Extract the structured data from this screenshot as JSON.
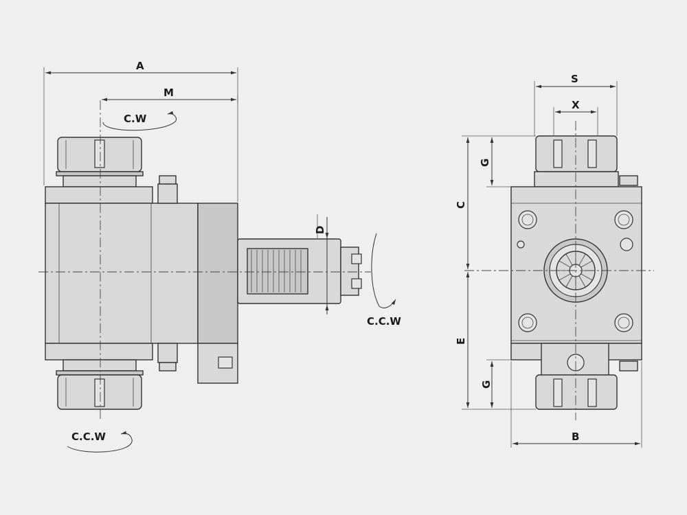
{
  "labels": {
    "A": "A",
    "M": "M",
    "D": "D",
    "S": "S",
    "X": "X",
    "G_top": "G",
    "C": "C",
    "E": "E",
    "G_bottom": "G",
    "B": "B",
    "cw_top": "C.W",
    "ccw_right": "C.C.W",
    "ccw_bottom": "C.C.W"
  },
  "colors": {
    "background": "#efefef",
    "part_fill": "#d9d9d9",
    "line": "#333333"
  }
}
